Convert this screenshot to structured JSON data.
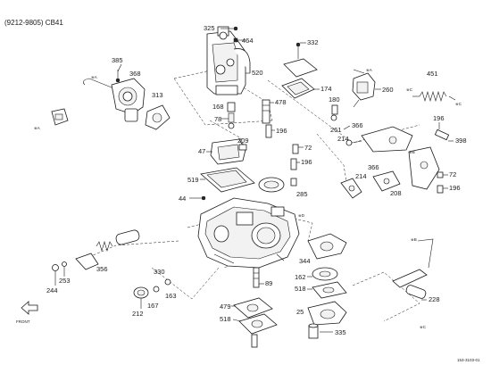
{
  "header": {
    "model_code": "(9212-9805) CB41"
  },
  "footer": {
    "figure_code": "153-3103-01"
  },
  "front_arrow": {
    "label": "FRONT"
  },
  "reference_marks": {
    "mark_a": "※A",
    "mark_b": "※B",
    "mark_c": "※C",
    "mark_d": "※D"
  },
  "part_numbers": {
    "p325": "325",
    "p464": "464",
    "p332": "332",
    "p385": "385",
    "p368": "368",
    "p520": "520",
    "p451": "451",
    "p174": "174",
    "p260": "260",
    "p313": "313",
    "p478": "478",
    "p168": "168",
    "p78": "78",
    "p180": "180",
    "p261": "261",
    "p366a": "366",
    "p196a": "196",
    "p196b": "196",
    "p214a": "214",
    "p398": "398",
    "p209": "209",
    "p72a": "72",
    "p47": "47",
    "p196c": "196",
    "p366b": "366",
    "p72b": "72",
    "p519": "519",
    "p214b": "214",
    "p208": "208",
    "p196d": "196",
    "p285": "285",
    "p44": "44",
    "p344": "344",
    "p356": "356",
    "p330": "330",
    "p162": "162",
    "p244": "244",
    "p253": "253",
    "p89": "89",
    "p518a": "518",
    "p163": "163",
    "p228": "228",
    "p212": "212",
    "p167": "167",
    "p479": "479",
    "p25": "25",
    "p518b": "518",
    "p335": "335"
  }
}
